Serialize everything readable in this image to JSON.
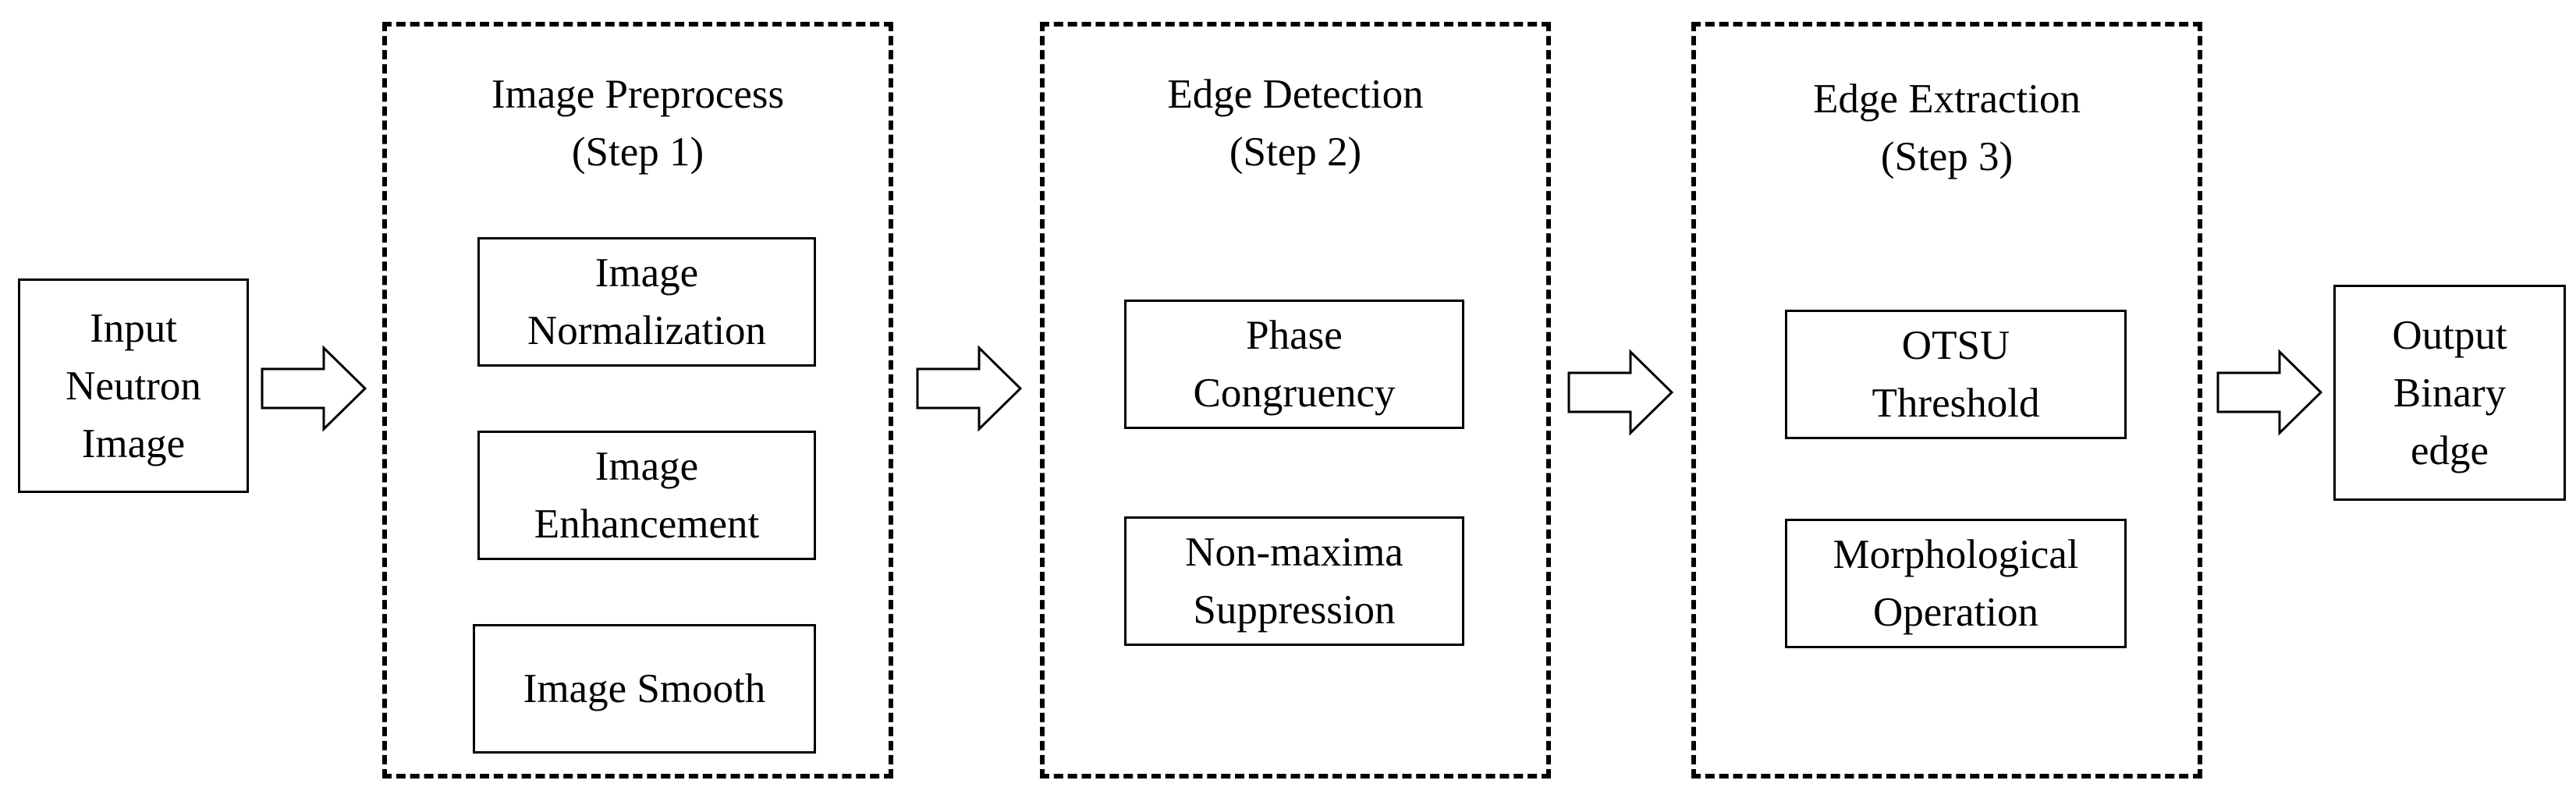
{
  "input": {
    "label": "Input\nNeutron\nImage"
  },
  "output": {
    "label": "Output\nBinary\nedge"
  },
  "stages": [
    {
      "title": "Image Preprocess\n(Step 1)",
      "steps": [
        "Image\nNormalization",
        "Image\nEnhancement",
        "Image Smooth"
      ]
    },
    {
      "title": "Edge Detection\n(Step 2)",
      "steps": [
        "Phase\nCongruency",
        "Non-maxima\nSuppression"
      ]
    },
    {
      "title": "Edge Extraction\n(Step 3)",
      "steps": [
        "OTSU\nThreshold",
        "Morphological\nOperation"
      ]
    }
  ]
}
